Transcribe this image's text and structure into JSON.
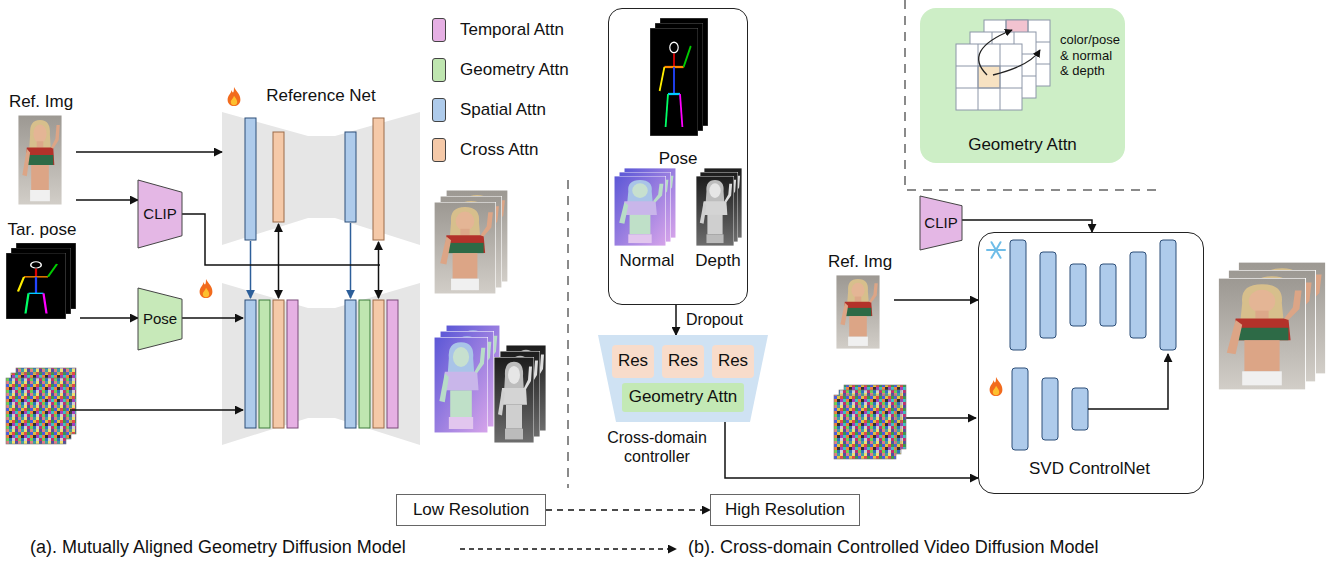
{
  "diagram": {
    "nodes": [
      {
        "text": [
          "Ref. Img"
        ]
      },
      {
        "text": [
          "Tar. pose"
        ]
      },
      {
        "text": [
          "CLIP"
        ]
      },
      {
        "text": [
          "Pose"
        ]
      },
      {
        "text": [
          "Reference Net"
        ]
      },
      {
        "text": []
      },
      {
        "text": [
          "Pose"
        ],
        "in": 5
      },
      {
        "text": [
          "Normal"
        ],
        "in": 5
      },
      {
        "text": [
          "Depth"
        ],
        "in": 5
      },
      {
        "text": [
          "Cross-domain controller"
        ]
      },
      {
        "text": [
          "Res"
        ],
        "in": 9
      },
      {
        "text": [
          "Res"
        ],
        "in": 9
      },
      {
        "text": [
          "Res"
        ],
        "in": 9
      },
      {
        "text": [
          "Geometry Attn"
        ],
        "in": 9
      },
      {
        "text": [
          "color/pose & normal & depth",
          "Geometry Attn"
        ]
      },
      {
        "text": [
          "CLIP"
        ]
      },
      {
        "text": [
          "Ref. Img"
        ]
      },
      {
        "text": [
          "SVD ControlNet"
        ]
      },
      {
        "text": [
          "Low Resolution"
        ]
      },
      {
        "text": [
          "High Resolution"
        ]
      }
    ],
    "edges": [
      {
        "from": 0,
        "to": 4,
        "arrow": "to"
      },
      {
        "from": 0,
        "to": 2,
        "arrow": "to"
      },
      {
        "from": 1,
        "to": 3,
        "arrow": "to"
      },
      {
        "from": 5,
        "to": 9,
        "arrow": "to",
        "label": "Dropout"
      },
      {
        "from": 15,
        "to": 17,
        "arrow": "to"
      },
      {
        "from": 16,
        "to": 17,
        "arrow": "to"
      },
      {
        "from": 9,
        "to": 17,
        "arrow": "to"
      },
      {
        "from": 18,
        "to": 19,
        "arrow": "to"
      }
    ],
    "labels": [
      "(a). Mutually Aligned Geometry Diffusion Model",
      "(b). Cross-domain Controlled Video Diffusion Model"
    ],
    "legend": [
      {
        "text": "Temporal Attn",
        "color": "#e6b0e4"
      },
      {
        "text": "Geometry Attn",
        "color": "#bfe6b0"
      },
      {
        "text": "Spatial Attn",
        "color": "#aecbeb"
      },
      {
        "text": "Cross Attn",
        "color": "#f5c9a8"
      }
    ]
  }
}
